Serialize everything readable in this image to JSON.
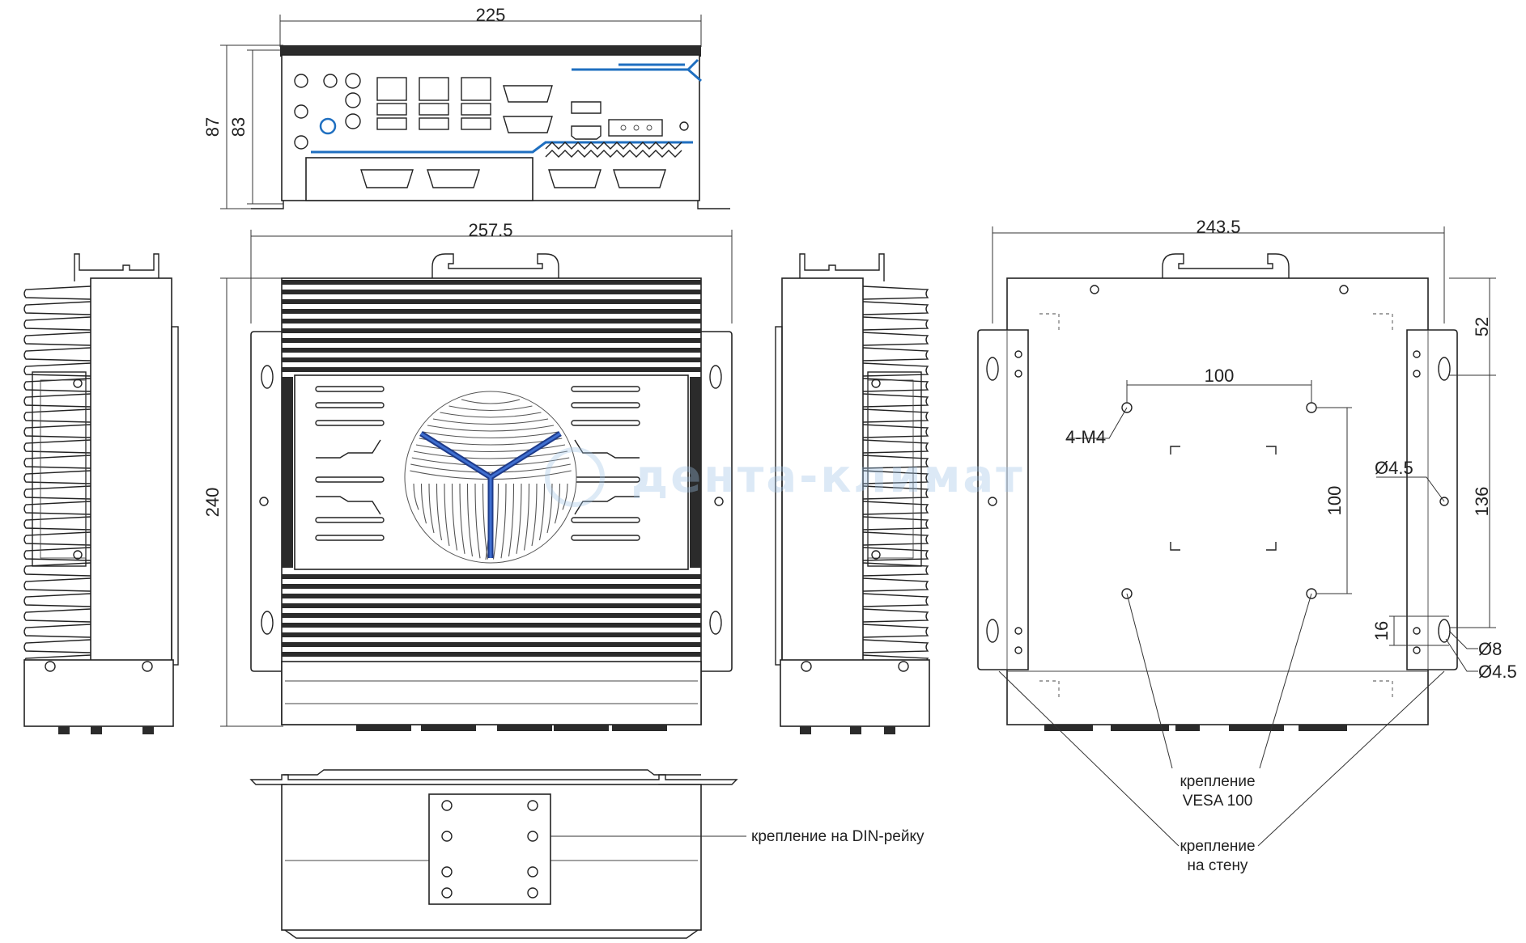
{
  "dimensions": {
    "front_width": "225",
    "front_height_outer": "87",
    "front_height_inner": "83",
    "top_width": "257.5",
    "top_height": "240",
    "bottom_width": "243.5",
    "vesa_horizontal": "100",
    "vesa_vertical": "100",
    "side_top": "52",
    "side_middle": "136",
    "slot_height": "16",
    "screw_spec": "4-M4",
    "hole_dia_upper": "Ø4.5",
    "hole_dia_large": "Ø8",
    "hole_dia_lower": "Ø4.5"
  },
  "labels": {
    "din_rail": "крепление на DIN-рейку",
    "vesa_line1": "крепление",
    "vesa_line2": "VESA 100",
    "wall_line1": "крепление",
    "wall_line2": "на стену"
  },
  "watermark": "дента-климат",
  "colors": {
    "line": "#222222",
    "accent_blue": "#1f6fc0",
    "heatsink_fill": "#2b2b2b",
    "watermark": "#9ec3e6"
  }
}
